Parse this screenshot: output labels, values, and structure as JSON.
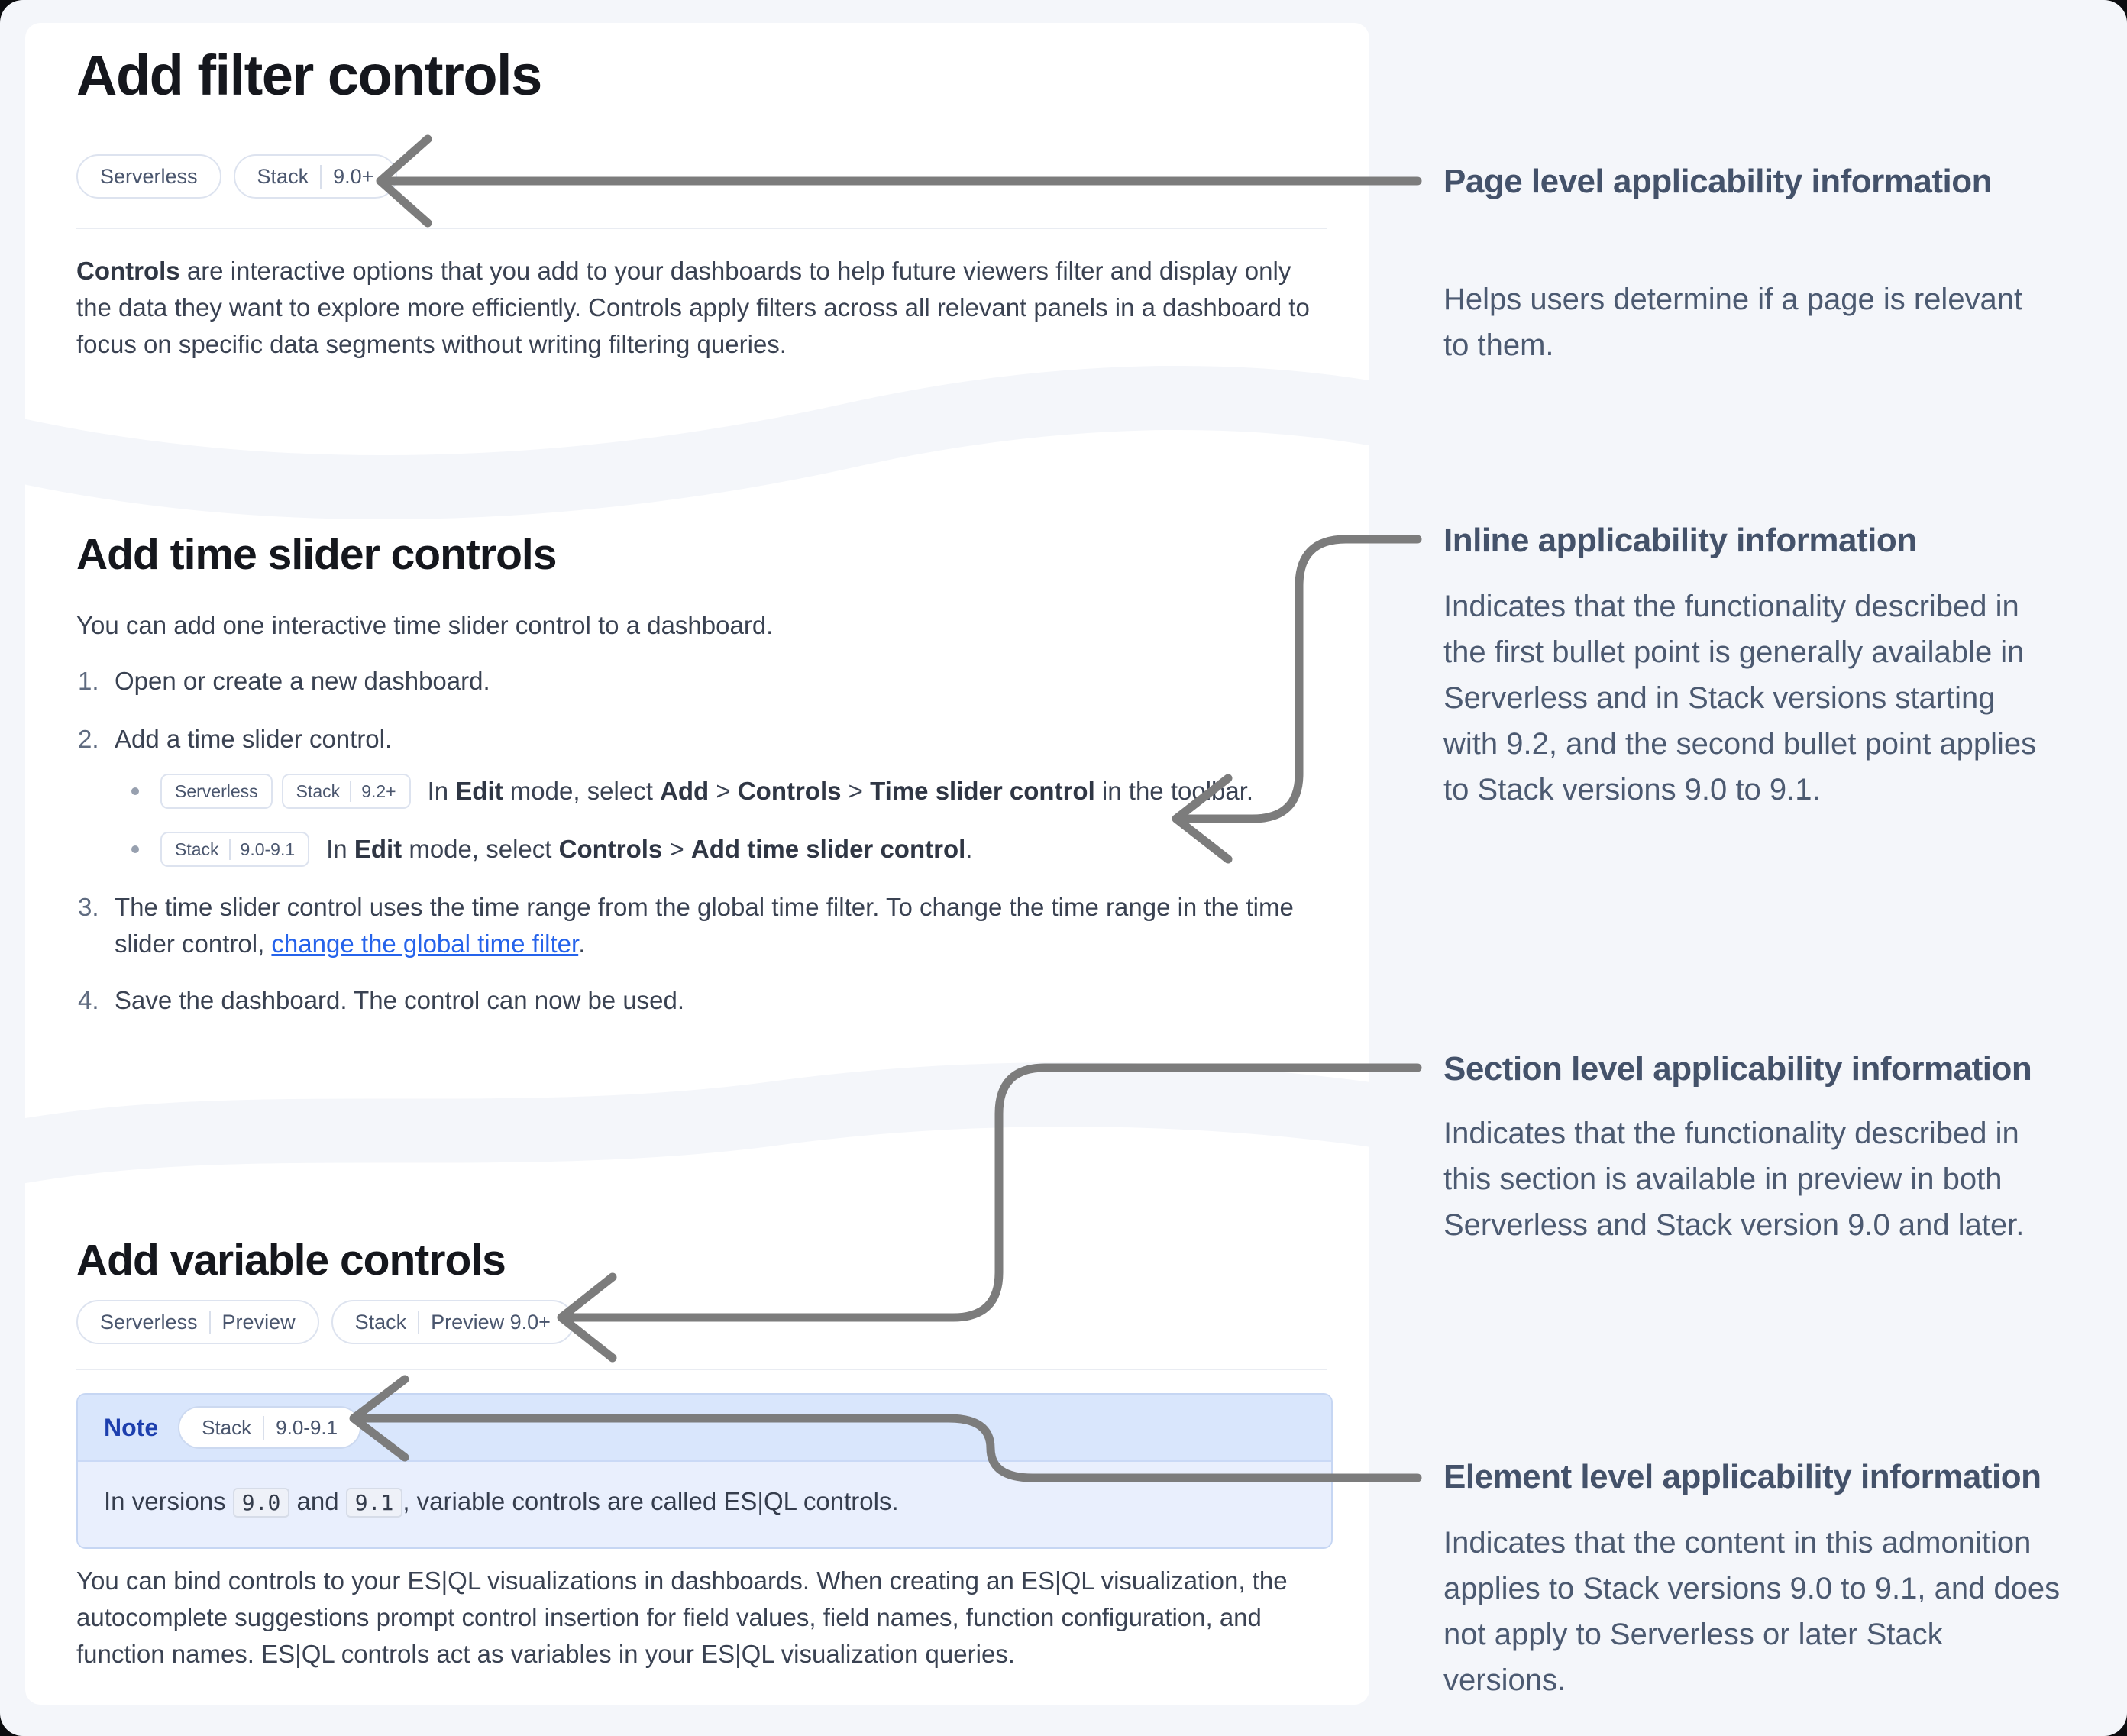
{
  "colors": {
    "page_bg": "#f4f6fa",
    "card_bg": "#ffffff",
    "arrow": "#7c7c7c",
    "link": "#2563eb",
    "note_header_bg": "#d9e6fc",
    "note_body_bg": "#e9effd",
    "note_label": "#1d3fae"
  },
  "card1": {
    "title": "Add filter controls",
    "badges": [
      [
        "Serverless"
      ],
      [
        "Stack",
        "9.0+"
      ]
    ],
    "paragraph": [
      {
        "t": "Controls",
        "b": true
      },
      {
        "t": " are interactive options that you add to your dashboards to help future viewers filter and display only the data they want to explore more efficiently. Controls apply filters across all relevant panels in a dashboard to focus on specific data segments without writing filtering queries."
      }
    ]
  },
  "card2": {
    "title": "Add time slider controls",
    "intro": "You can add one interactive time slider control to a dashboard.",
    "steps": [
      {
        "num": "1.",
        "runs": [
          {
            "t": "Open or create a new dashboard."
          }
        ]
      },
      {
        "num": "2.",
        "runs": [
          {
            "t": "Add a time slider control."
          }
        ]
      },
      {
        "num": "3.",
        "runs": [
          {
            "t": "The time slider control uses the time range from the global time filter. To change the time range in the time slider control, "
          },
          {
            "t": "change the global time filter",
            "link": true
          },
          {
            "t": "."
          }
        ]
      },
      {
        "num": "4.",
        "runs": [
          {
            "t": "Save the dashboard. The control can now be used."
          }
        ]
      }
    ],
    "bullets": [
      {
        "badges": [
          [
            "Serverless"
          ],
          [
            "Stack",
            "9.2+"
          ]
        ],
        "runs": [
          {
            "t": "In "
          },
          {
            "t": "Edit",
            "b": true
          },
          {
            "t": " mode, select "
          },
          {
            "t": "Add",
            "b": true
          },
          {
            "t": " > "
          },
          {
            "t": "Controls",
            "b": true
          },
          {
            "t": " > "
          },
          {
            "t": "Time slider control",
            "b": true
          },
          {
            "t": " in the toolbar."
          }
        ]
      },
      {
        "badges": [
          [
            "Stack",
            "9.0-9.1"
          ]
        ],
        "runs": [
          {
            "t": "In "
          },
          {
            "t": "Edit",
            "b": true
          },
          {
            "t": " mode, select "
          },
          {
            "t": "Controls",
            "b": true
          },
          {
            "t": " > "
          },
          {
            "t": "Add time slider control",
            "b": true
          },
          {
            "t": "."
          }
        ]
      }
    ]
  },
  "card3": {
    "title": "Add variable controls",
    "badges": [
      [
        "Serverless",
        "Preview"
      ],
      [
        "Stack",
        "Preview 9.0+"
      ]
    ],
    "note": {
      "label": "Note",
      "badge": [
        "Stack",
        "9.0-9.1"
      ],
      "runs": [
        {
          "t": "In versions "
        },
        {
          "t": "9.0",
          "code": true
        },
        {
          "t": " and "
        },
        {
          "t": "9.1",
          "code": true
        },
        {
          "t": ", variable controls are called ES|QL controls."
        }
      ]
    },
    "paragraph": [
      {
        "t": "You can bind controls to your ES|QL visualizations in dashboards. When creating an ES|QL visualization, the autocomplete suggestions prompt control insertion for field values, field names, function configuration, and function names. ES|QL controls act as variables in your ES|QL visualization queries."
      }
    ]
  },
  "annotations": [
    {
      "title": "Page level applicability information",
      "lines": [
        "Helps users determine if a page is relevant",
        "to them."
      ]
    },
    {
      "title": "Inline applicability information",
      "lines": [
        "Indicates that the functionality described in",
        "the first bullet point is generally available in",
        "Serverless and in Stack versions starting",
        "with 9.2, and the second bullet point applies",
        "to Stack versions 9.0 to 9.1."
      ]
    },
    {
      "title": "Section level applicability information",
      "lines": [
        "Indicates that the functionality described in",
        "this section is available in preview in both",
        "Serverless and Stack version 9.0 and later."
      ]
    },
    {
      "title": "Element level applicability information",
      "lines": [
        "Indicates that the content in this admonition",
        "applies to Stack versions 9.0 to 9.1, and does",
        "not apply to Serverless or later Stack",
        "versions."
      ]
    }
  ]
}
